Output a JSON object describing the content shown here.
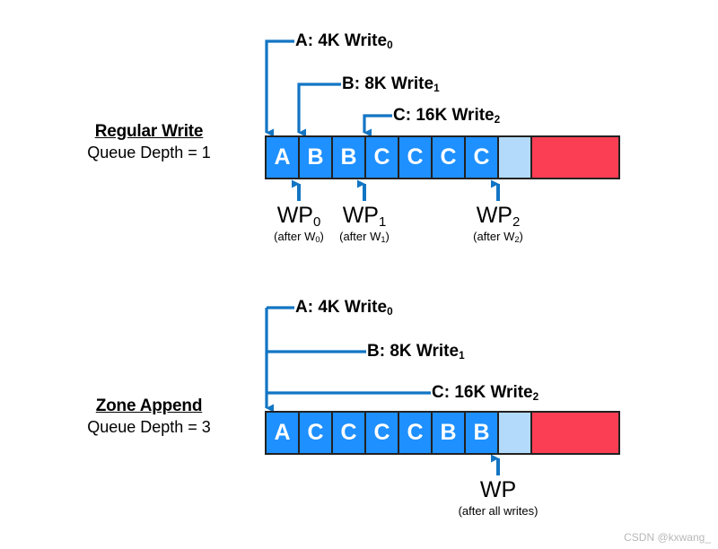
{
  "watermark": "CSDN @kxwang_",
  "colors": {
    "written": "#1e90ff",
    "free": "#b3dafb",
    "unusable": "#fb3e53",
    "arrow": "#1275c4",
    "outline": "#222222",
    "text": "#000000"
  },
  "sections": [
    {
      "id": "regular-write",
      "title": "Regular Write",
      "queue_depth_label": "Queue Depth = 1",
      "annotations": [
        {
          "id": "a",
          "prefix": "A: 4K Write",
          "subscript": "0"
        },
        {
          "id": "b",
          "prefix": "B: 8K Write",
          "subscript": "1"
        },
        {
          "id": "c",
          "prefix": "C: 16K Write",
          "subscript": "2"
        }
      ],
      "cells": [
        {
          "label": "A",
          "state": "written"
        },
        {
          "label": "B",
          "state": "written"
        },
        {
          "label": "B",
          "state": "written"
        },
        {
          "label": "C",
          "state": "written"
        },
        {
          "label": "C",
          "state": "written"
        },
        {
          "label": "C",
          "state": "written"
        },
        {
          "label": "C",
          "state": "written"
        },
        {
          "label": "",
          "state": "free"
        },
        {
          "label": "",
          "state": "unusable"
        }
      ],
      "write_pointers": [
        {
          "id": "wp0",
          "name": "WP",
          "subscript": "0",
          "note_prefix": "(after W",
          "note_subscript": "0",
          "note_suffix": ")"
        },
        {
          "id": "wp1",
          "name": "WP",
          "subscript": "1",
          "note_prefix": "(after W",
          "note_subscript": "1",
          "note_suffix": ")"
        },
        {
          "id": "wp2",
          "name": "WP",
          "subscript": "2",
          "note_prefix": "(after W",
          "note_subscript": "2",
          "note_suffix": ")"
        }
      ]
    },
    {
      "id": "zone-append",
      "title": "Zone Append",
      "queue_depth_label": "Queue Depth = 3",
      "annotations": [
        {
          "id": "a",
          "prefix": "A: 4K Write",
          "subscript": "0"
        },
        {
          "id": "b",
          "prefix": "B: 8K Write",
          "subscript": "1"
        },
        {
          "id": "c",
          "prefix": "C: 16K Write",
          "subscript": "2"
        }
      ],
      "cells": [
        {
          "label": "A",
          "state": "written"
        },
        {
          "label": "C",
          "state": "written"
        },
        {
          "label": "C",
          "state": "written"
        },
        {
          "label": "C",
          "state": "written"
        },
        {
          "label": "C",
          "state": "written"
        },
        {
          "label": "B",
          "state": "written"
        },
        {
          "label": "B",
          "state": "written"
        },
        {
          "label": "",
          "state": "free"
        },
        {
          "label": "",
          "state": "unusable"
        }
      ],
      "write_pointers": [
        {
          "id": "wp",
          "name": "WP",
          "subscript": "",
          "note_prefix": "(after all writes)",
          "note_subscript": "",
          "note_suffix": ""
        }
      ]
    }
  ]
}
